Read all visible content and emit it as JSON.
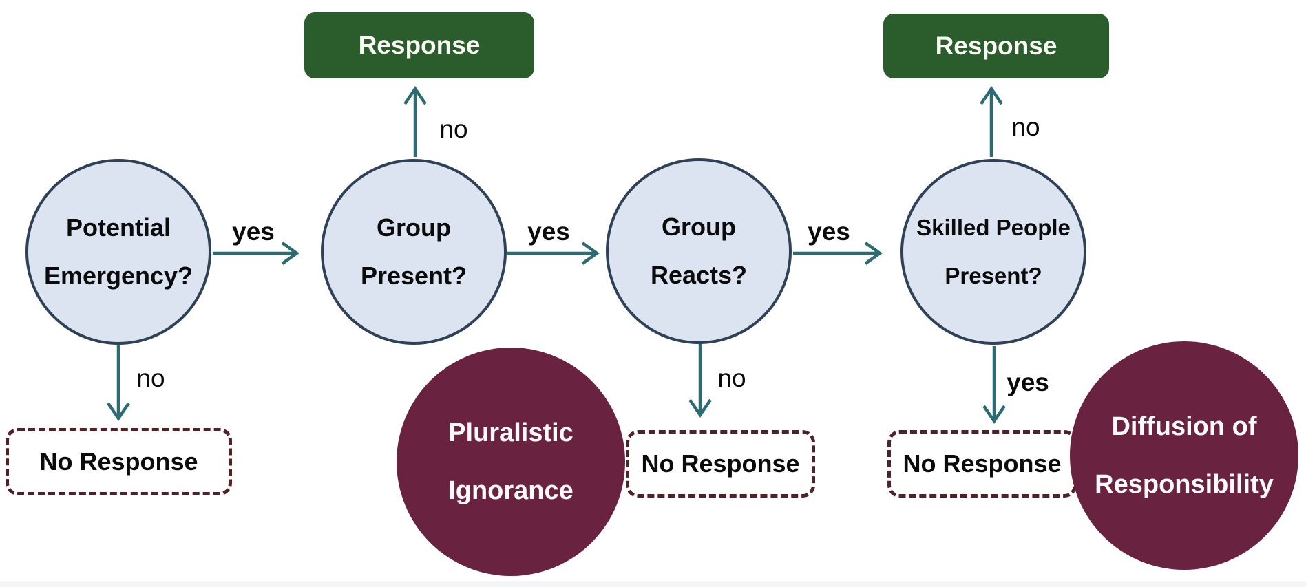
{
  "flowchart": {
    "decisions": [
      {
        "line1": "Potential",
        "line2": "Emergency?"
      },
      {
        "line1": "Group",
        "line2": "Present?"
      },
      {
        "line1": "Group",
        "line2": "Reacts?"
      },
      {
        "line1": "Skilled People",
        "line2": "Present?"
      }
    ],
    "responses": [
      {
        "label": "Response"
      },
      {
        "label": "Response"
      }
    ],
    "no_responses": [
      {
        "label": "No Response"
      },
      {
        "label": "No Response"
      },
      {
        "label": "No Response"
      }
    ],
    "phenomena": [
      {
        "line1": "Pluralistic",
        "line2": "Ignorance"
      },
      {
        "line1": "Diffusion of",
        "line2": "Responsibility"
      }
    ],
    "edge_labels": {
      "yes1": "yes",
      "yes2": "yes",
      "yes3": "yes",
      "yes4": "yes",
      "no1": "no",
      "no2": "no",
      "no3": "no",
      "no4": "no"
    },
    "colors": {
      "decision_fill": "#dce4f1",
      "decision_border": "#2f4156",
      "response_fill": "#2a5c2c",
      "response_text": "#fbfbf6",
      "no_response_border": "#4e2226",
      "phenomenon_fill": "#6a2241",
      "arrow": "#2d6b72",
      "label_text": "#0b0b0b"
    }
  }
}
